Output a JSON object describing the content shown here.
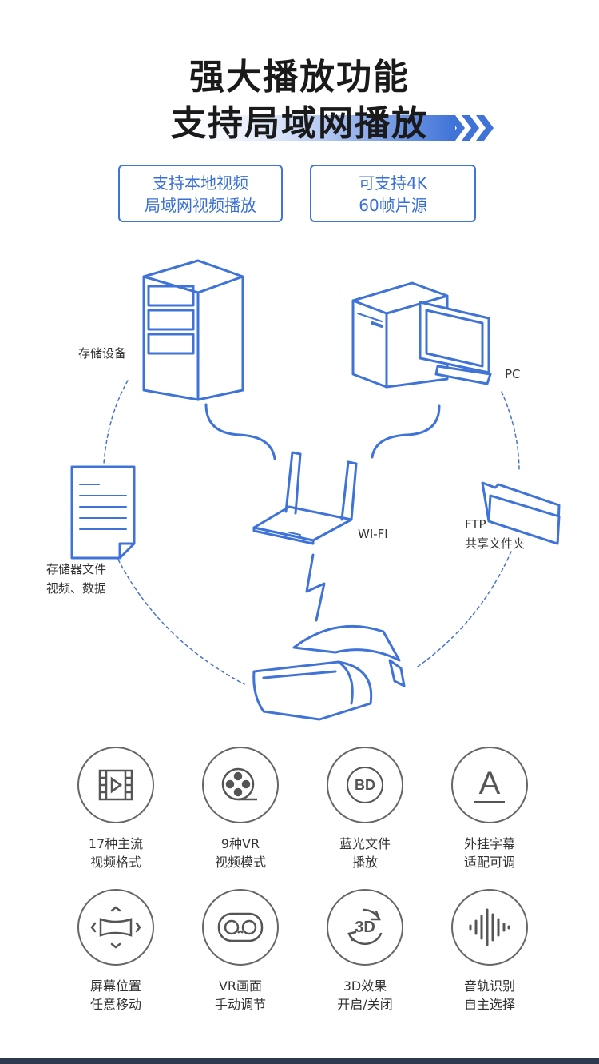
{
  "header": {
    "title_line1": "强大播放功能",
    "title_line2": "支持局域网播放"
  },
  "tags": [
    {
      "line1": "支持本地视频",
      "line2": "局域网视频播放"
    },
    {
      "line1": "可支持4K",
      "line2": "60帧片源"
    }
  ],
  "diagram": {
    "storage_label": "存储设备",
    "pc_label": "PC",
    "wifi_label": "WI-FI",
    "ftp_label_line1": "FTP",
    "ftp_label_line2": "共享文件夹",
    "files_label_line1": "存储器文件",
    "files_label_line2": "视频、数据",
    "accent_color": "#3f73d8"
  },
  "features": [
    {
      "icon": "film-play-icon",
      "line1": "17种主流",
      "line2": "视频格式"
    },
    {
      "icon": "film-reel-icon",
      "line1": "9种VR",
      "line2": "视频模式"
    },
    {
      "icon": "bd-icon",
      "line1": "蓝光文件",
      "line2": "播放",
      "icon_text": "BD"
    },
    {
      "icon": "font-a-icon",
      "line1": "外挂字幕",
      "line2": "适配可调",
      "icon_text": "A"
    },
    {
      "icon": "screen-position-icon",
      "line1": "屏幕位置",
      "line2": "任意移动"
    },
    {
      "icon": "vr-glasses-icon",
      "line1": "VR画面",
      "line2": "手动调节"
    },
    {
      "icon": "3d-rotate-icon",
      "line1": "3D效果",
      "line2": "开启/关闭",
      "icon_text": "3D"
    },
    {
      "icon": "audio-track-icon",
      "line1": "音轨识别",
      "line2": "自主选择"
    }
  ]
}
